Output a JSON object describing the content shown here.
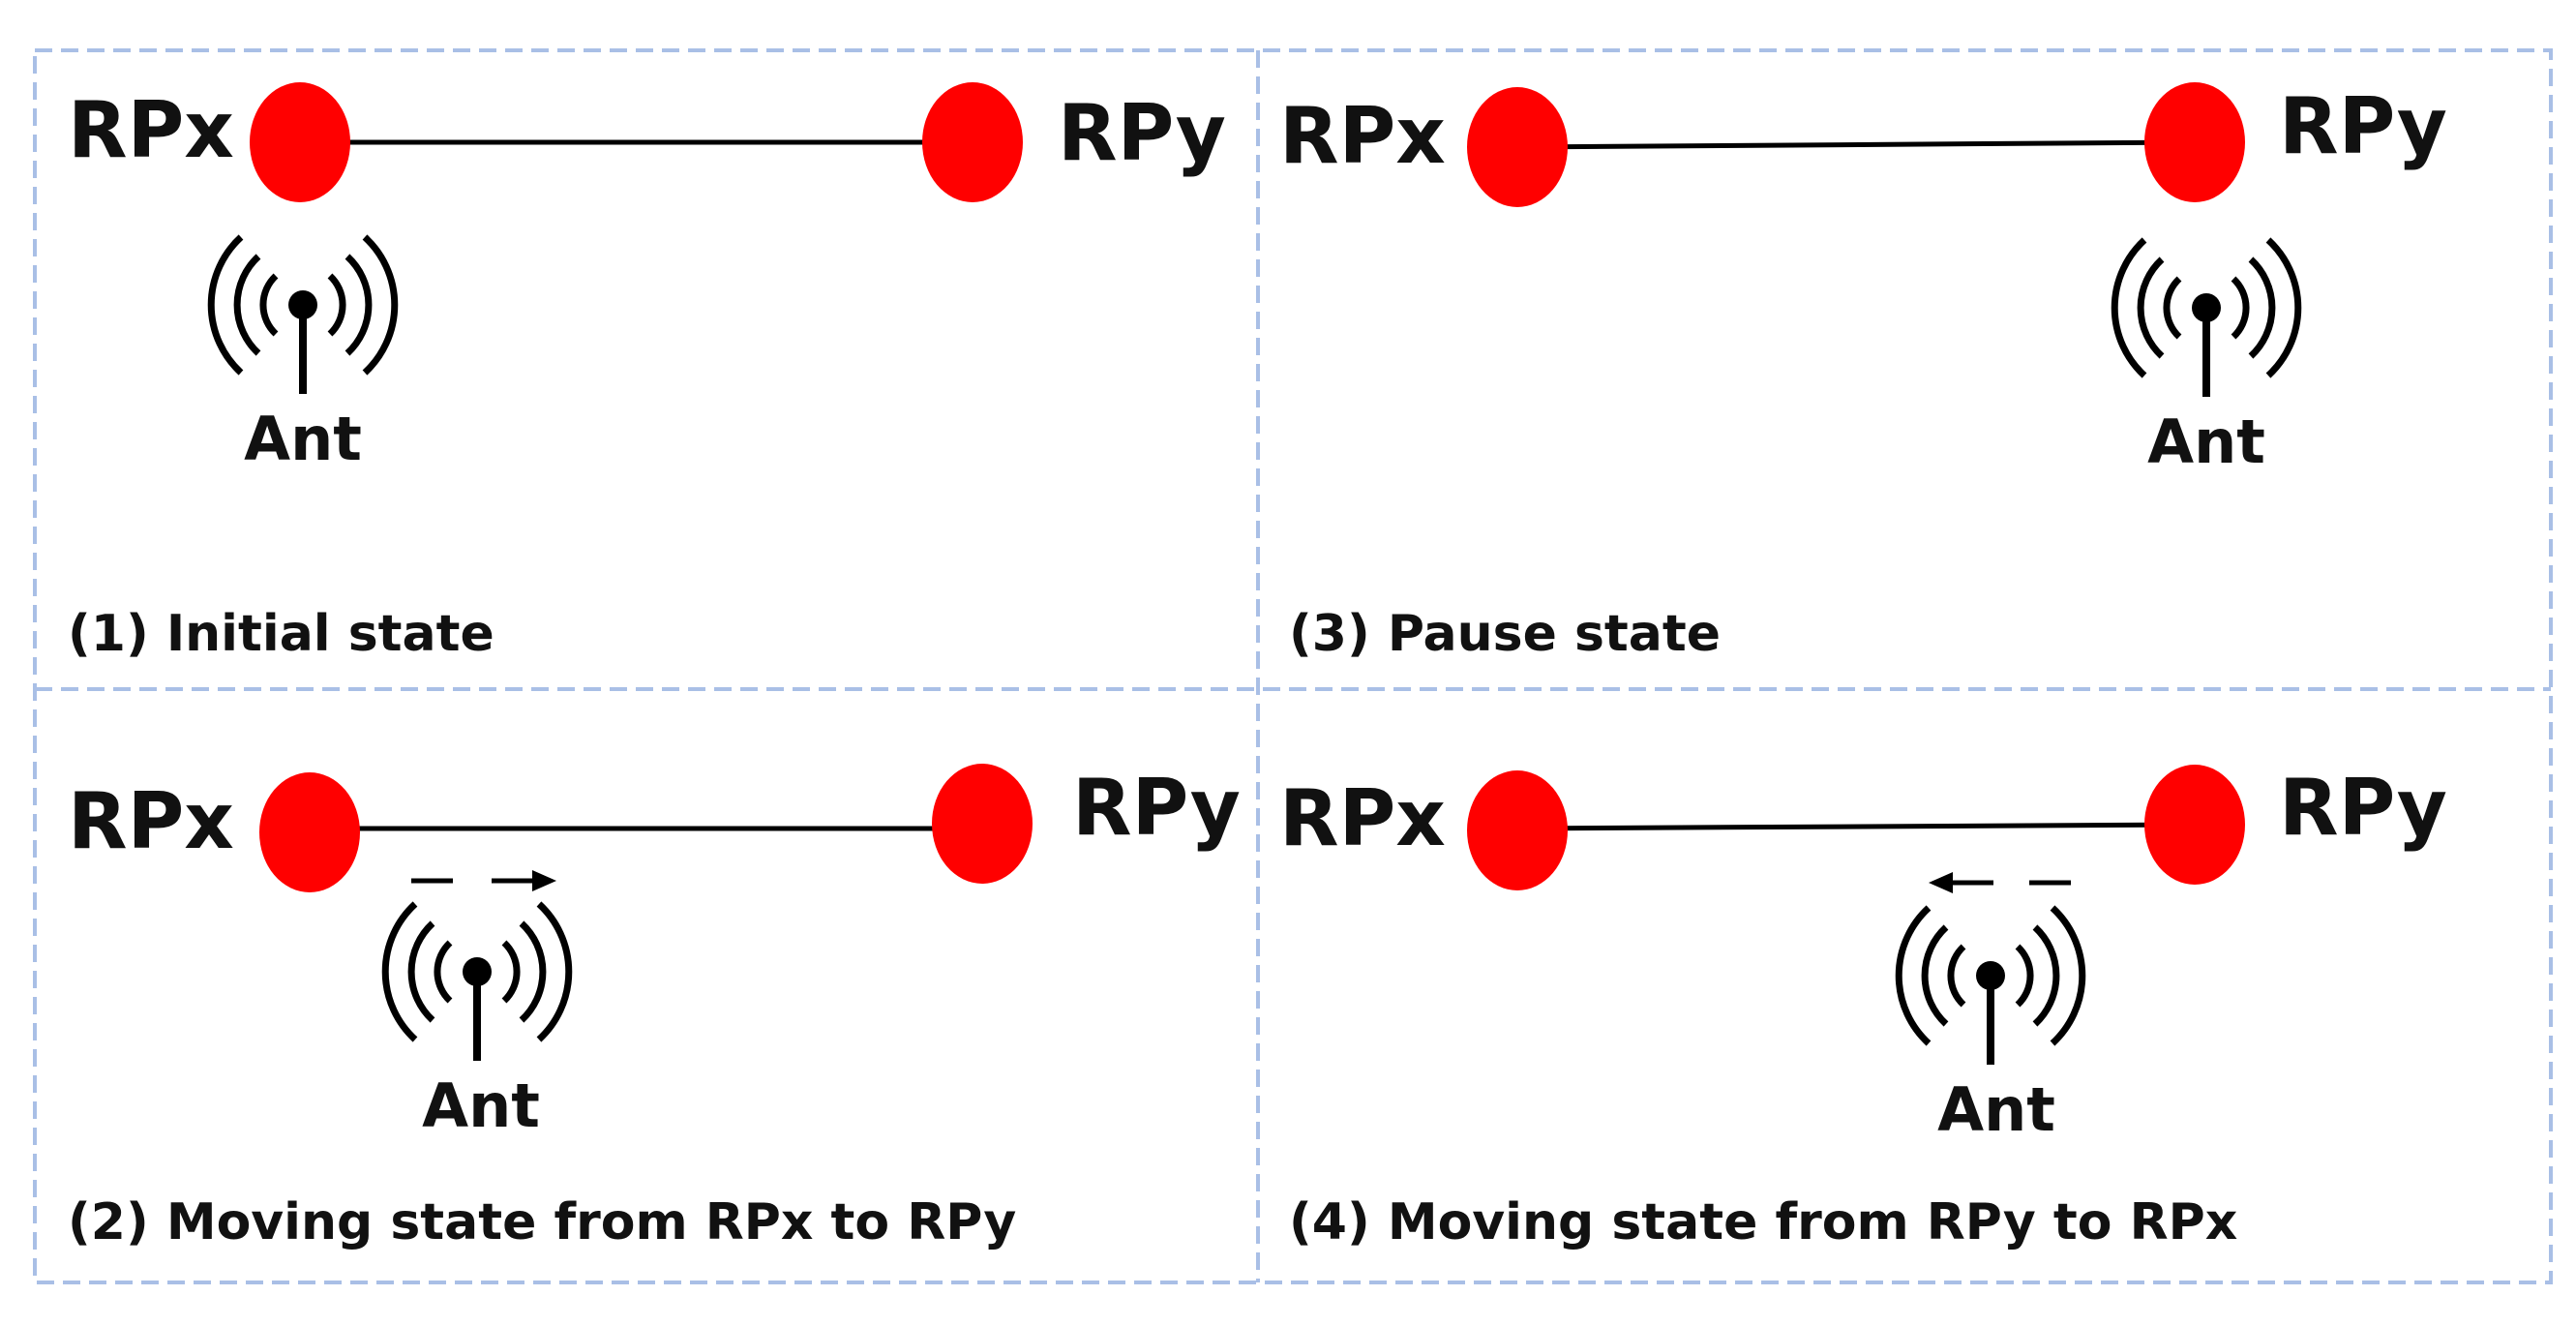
{
  "colors": {
    "point_fill": "#ff0000",
    "line": "#000000",
    "panel_border": "#a9bfe6",
    "text": "#111111"
  },
  "icons": {
    "point": "red-circle-icon",
    "antenna": "antenna-icon",
    "arrow": "dashed-arrow-icon"
  },
  "panels": [
    {
      "caption": "(1) Initial state",
      "rp_left": "RPx",
      "rp_right": "RPy",
      "antenna": "Ant"
    },
    {
      "caption": "(3) Pause state",
      "rp_left": "RPx",
      "rp_right": "RPy",
      "antenna": "Ant"
    },
    {
      "caption": "(2) Moving state from RPx to RPy",
      "rp_left": "RPx",
      "rp_right": "RPy",
      "antenna": "Ant",
      "arrow_direction": "right"
    },
    {
      "caption": "(4) Moving state from RPy to RPx",
      "rp_left": "RPx",
      "rp_right": "RPy",
      "antenna": "Ant",
      "arrow_direction": "left"
    }
  ]
}
